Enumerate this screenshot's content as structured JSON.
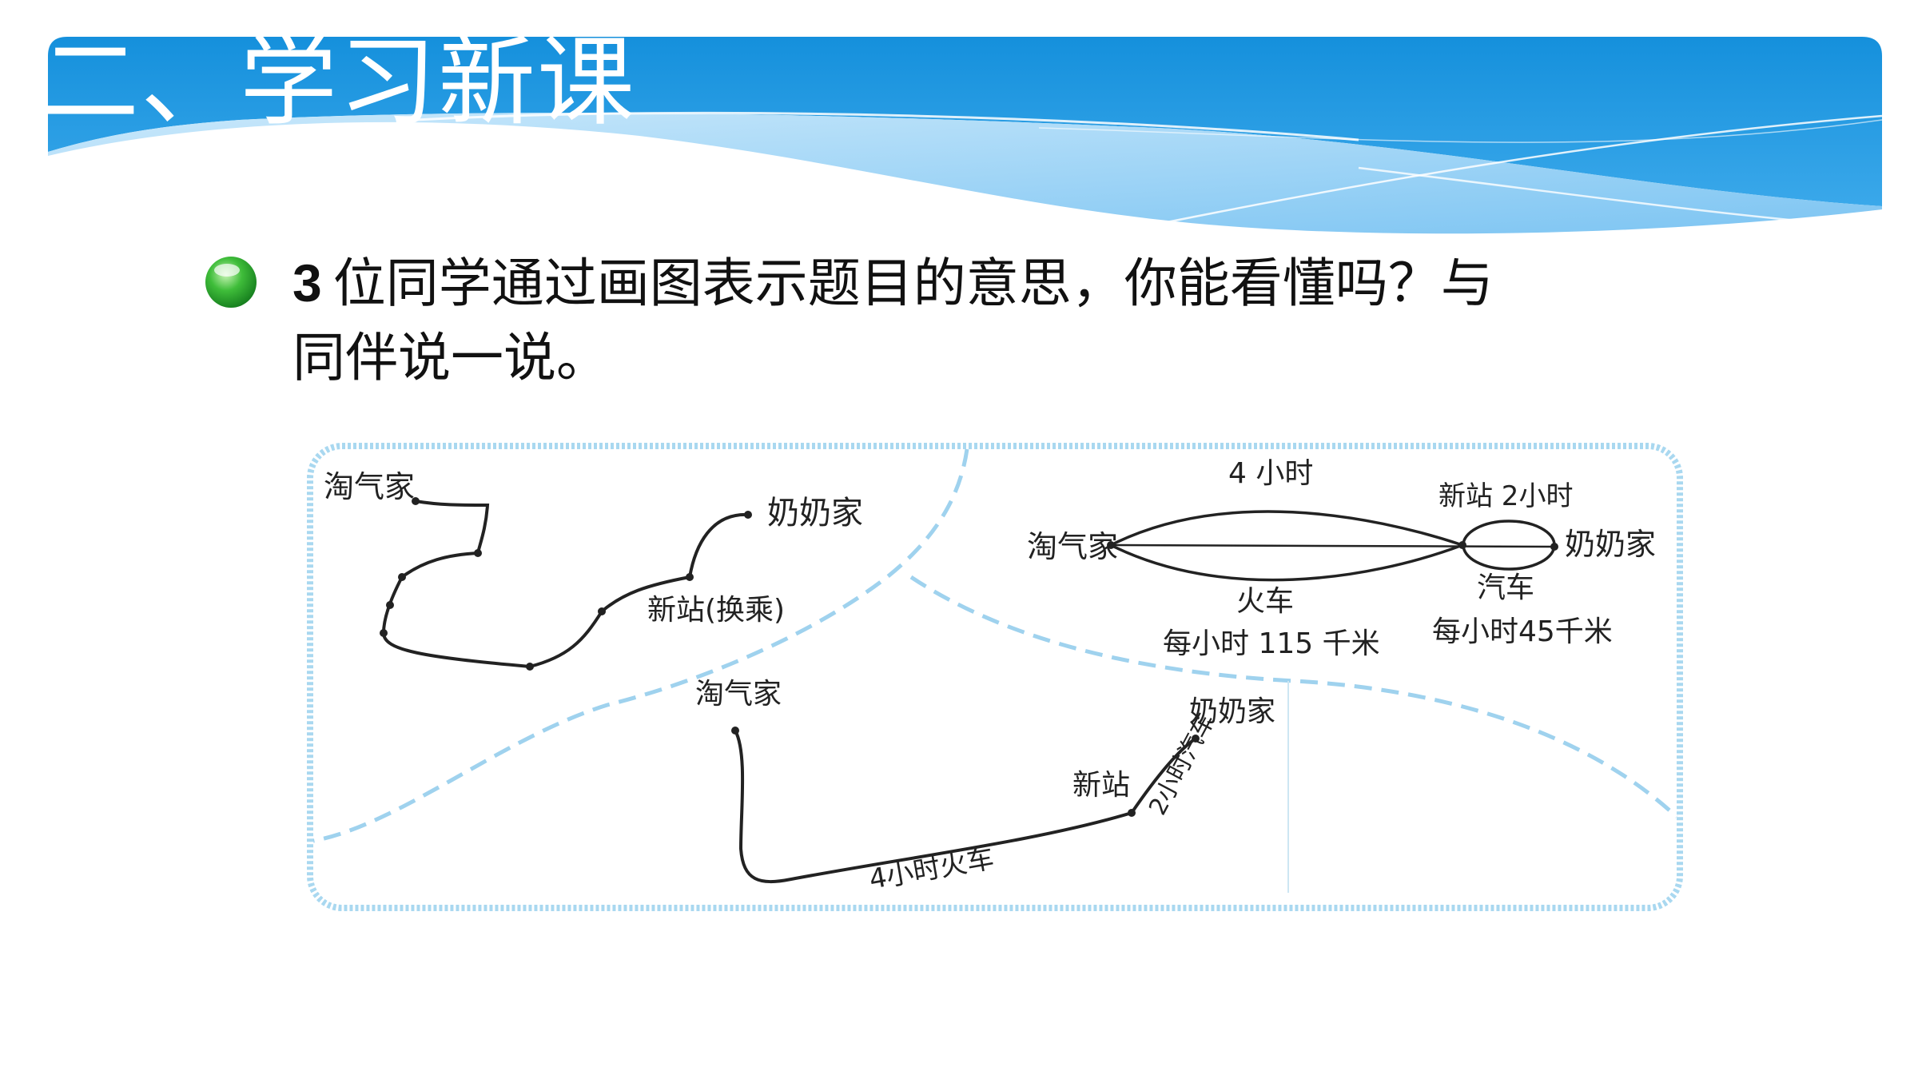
{
  "slide": {
    "title": "二、学习新课"
  },
  "question": {
    "number": "3",
    "line1": "位同学通过画图表示题目的意思，你能看懂吗？与",
    "line2": "同伴说一说。"
  },
  "figure": {
    "sketch1": {
      "start": "淘气家",
      "end": "奶奶家",
      "transfer": "新站(换乘)"
    },
    "sketch2": {
      "start": "淘气家",
      "top_time": "4 小时",
      "station_time": "新站 2小时",
      "end": "奶奶家",
      "train_label": "火车",
      "train_speed": "每小时 115 千米",
      "bus_label": "汽车",
      "bus_speed": "每小时45千米"
    },
    "sketch3": {
      "start": "淘气家",
      "end": "奶奶家",
      "station": "新站",
      "train_leg": "4小时火车",
      "bus_leg": "2小时汽车"
    }
  },
  "colors": {
    "banner_blue": "#1e8fd6",
    "banner_light": "#8ccaf4",
    "frame_blue": "#a9d8f0",
    "divider_blue": "#9fd2ee"
  }
}
